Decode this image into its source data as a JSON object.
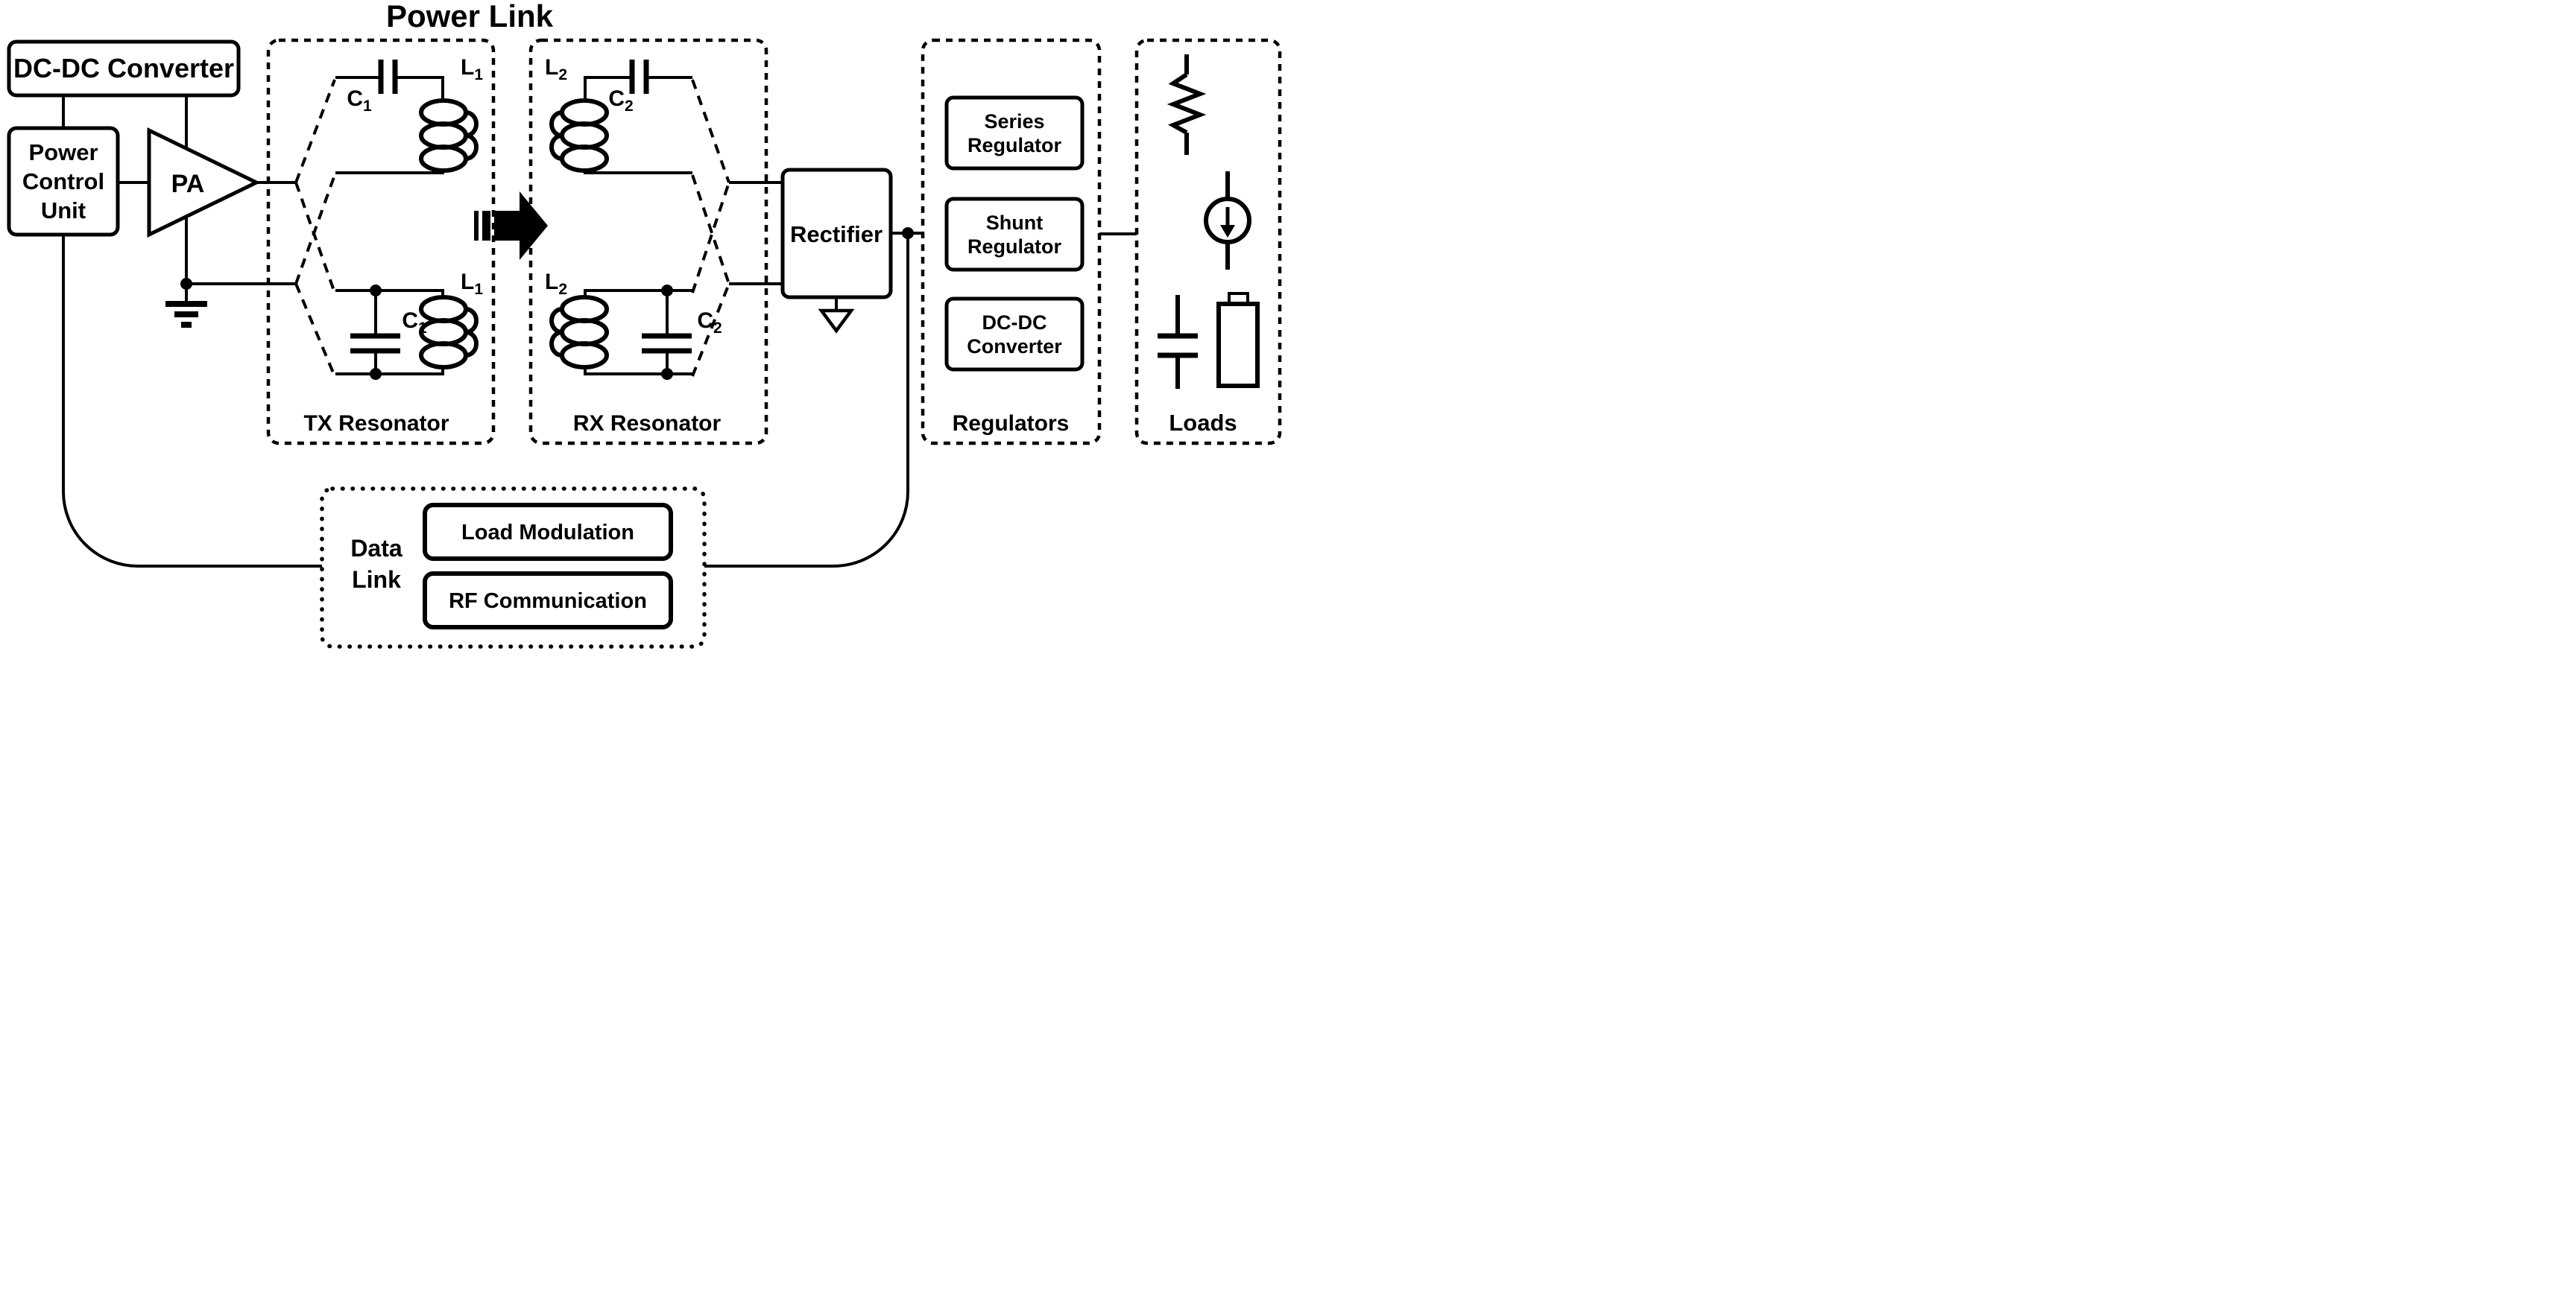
{
  "title": "Power Link",
  "colors": {
    "ink": "#000000",
    "background": "#ffffff"
  },
  "transmitter": {
    "dcdc_converter": "DC-DC Converter",
    "power_control_unit": {
      "line1": "Power",
      "line2": "Control",
      "line3": "Unit"
    },
    "power_amplifier": "PA"
  },
  "tx_resonator": {
    "label": "TX Resonator"
  },
  "rx_resonator": {
    "label": "RX Resonator"
  },
  "component_labels": {
    "c1": {
      "base": "C",
      "sub": "1"
    },
    "l1": {
      "base": "L",
      "sub": "1"
    },
    "c2": {
      "base": "C",
      "sub": "2"
    },
    "l2": {
      "base": "L",
      "sub": "2"
    }
  },
  "rectifier": {
    "label": "Rectifier"
  },
  "regulators": {
    "label": "Regulators",
    "series": {
      "line1": "Series",
      "line2": "Regulator"
    },
    "shunt": {
      "line1": "Shunt",
      "line2": "Regulator"
    },
    "dcdc": {
      "line1": "DC-DC",
      "line2": "Converter"
    }
  },
  "loads": {
    "label": "Loads"
  },
  "data_link": {
    "label_line1": "Data",
    "label_line2": "Link",
    "load_modulation": "Load Modulation",
    "rf_communication": "RF Communication"
  }
}
